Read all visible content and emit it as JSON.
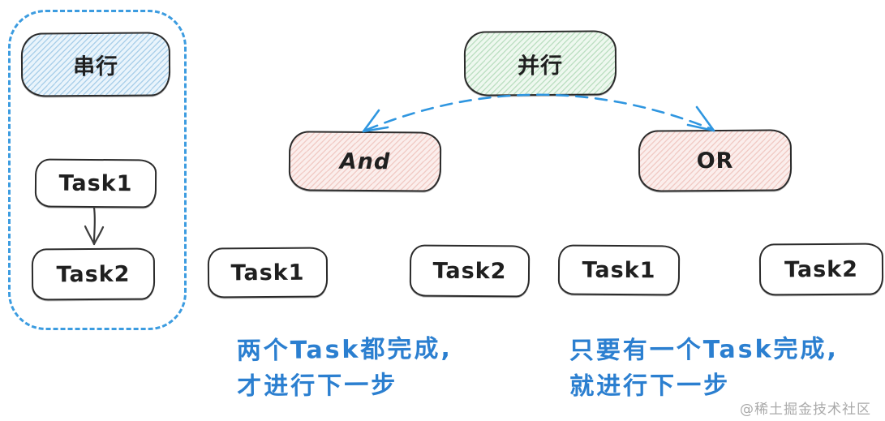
{
  "serial_group": {
    "label": "串行",
    "tasks": [
      "Task1",
      "Task2"
    ]
  },
  "parallel_group": {
    "label": "并行",
    "branches": [
      {
        "gate": "And",
        "tasks": [
          "Task1",
          "Task2"
        ],
        "note": [
          "两个Task都完成,",
          "才进行下一步"
        ]
      },
      {
        "gate": "OR",
        "tasks": [
          "Task1",
          "Task2"
        ],
        "note": [
          "只要有一个Task完成,",
          "就进行下一步"
        ]
      }
    ]
  },
  "watermark": {
    "text": "@稀土掘金技术社区"
  },
  "colors": {
    "serial_fill": "#e9f4fb",
    "serial_hatch": "#60a4d6",
    "parallel_fill": "#eef8ef",
    "parallel_hatch": "#76bc82",
    "gate_fill": "#fbeeec",
    "gate_hatch": "#e2988e",
    "box_stroke": "#2b2b2b",
    "dashed_blue": "#3c9ce0",
    "note_blue": "#2b7fd0",
    "black_arrow": "#3d3d3d",
    "watermark_gray": "#9b9b9b",
    "background": "#ffffff"
  }
}
